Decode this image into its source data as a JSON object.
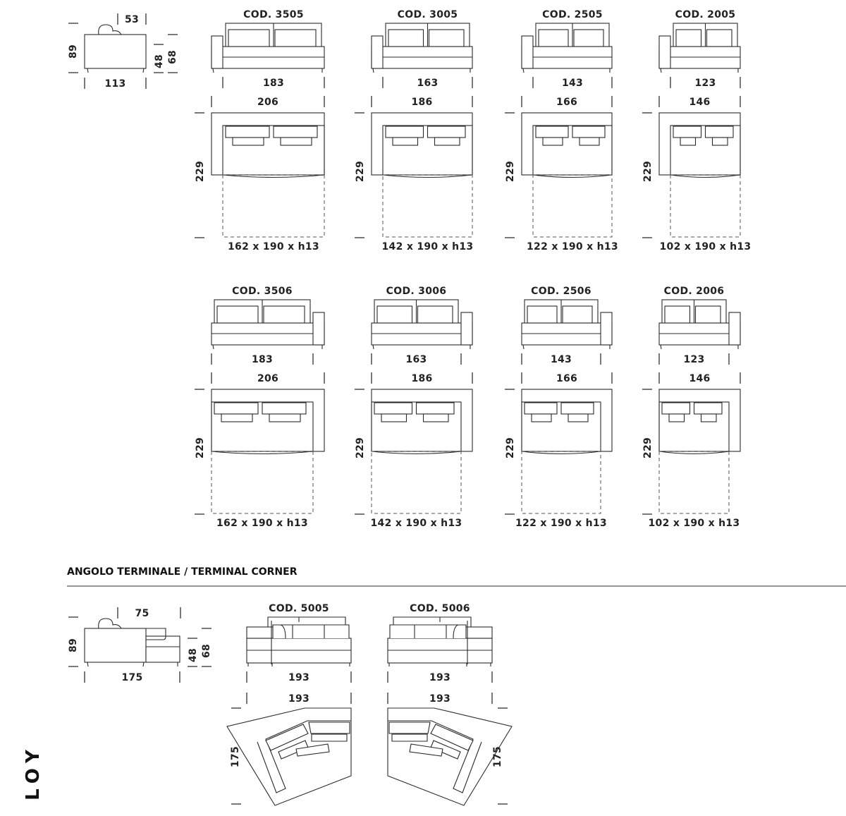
{
  "side_view": {
    "back_depth": "53",
    "height": "89",
    "seat_height": "48",
    "arm_height": "68",
    "depth": "113"
  },
  "rows": [
    {
      "arm_side": "left",
      "modules": [
        {
          "code": "COD. 3505",
          "seat_width": "183",
          "total_width": "206",
          "depth": "229",
          "bed": "162 x 190 x h13"
        },
        {
          "code": "COD. 3005",
          "seat_width": "163",
          "total_width": "186",
          "depth": "229",
          "bed": "142 x 190 x h13"
        },
        {
          "code": "COD. 2505",
          "seat_width": "143",
          "total_width": "166",
          "depth": "229",
          "bed": "122 x 190 x h13"
        },
        {
          "code": "COD. 2005",
          "seat_width": "123",
          "total_width": "146",
          "depth": "229",
          "bed": "102 x 190 x h13"
        }
      ]
    },
    {
      "arm_side": "right",
      "modules": [
        {
          "code": "COD. 3506",
          "seat_width": "183",
          "total_width": "206",
          "depth": "229",
          "bed": "162 x 190 x h13"
        },
        {
          "code": "COD. 3006",
          "seat_width": "163",
          "total_width": "186",
          "depth": "229",
          "bed": "142 x 190 x h13"
        },
        {
          "code": "COD. 2506",
          "seat_width": "143",
          "total_width": "166",
          "depth": "229",
          "bed": "122 x 190 x h13"
        },
        {
          "code": "COD. 2006",
          "seat_width": "123",
          "total_width": "146",
          "depth": "229",
          "bed": "102 x 190 x h13"
        }
      ]
    }
  ],
  "corner": {
    "title": "ANGOLO TERMINALE / TERMINAL CORNER",
    "side_view": {
      "chaise_depth": "75",
      "height": "89",
      "seat_height": "48",
      "arm_height": "68",
      "depth": "175"
    },
    "modules": [
      {
        "code": "COD. 5005",
        "front_width": "193",
        "plan_width": "193",
        "depth": "175"
      },
      {
        "code": "COD. 5006",
        "front_width": "193",
        "plan_width": "193",
        "depth": "175"
      }
    ]
  },
  "brand": "LOY"
}
